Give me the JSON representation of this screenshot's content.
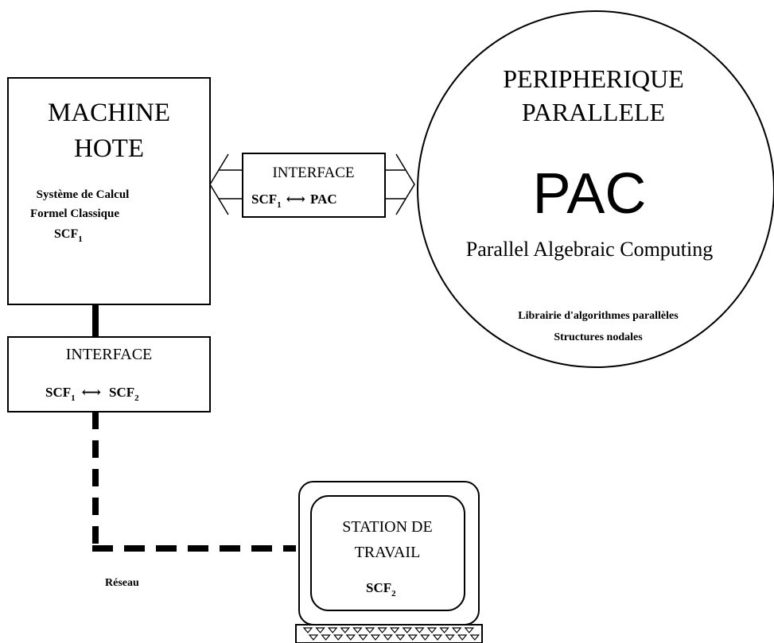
{
  "host": {
    "title_line1": "MACHINE",
    "title_line2": "HOTE",
    "desc_line1": "Système de Calcul",
    "desc_line2": "Formel Classique",
    "scf_label": "SCF",
    "scf_index": "1"
  },
  "pac_interface": {
    "title": "INTERFACE",
    "left_label": "SCF",
    "left_index": "1",
    "arrow": "⟷",
    "right_label": "PAC"
  },
  "peripheral": {
    "title_line1": "PERIPHERIQUE",
    "title_line2": "PARALLELE",
    "acronym": "PAC",
    "expansion": "Parallel Algebraic Computing",
    "library": "Librairie d'algorithmes parallèles",
    "structures": "Structures nodales"
  },
  "scf_interface": {
    "title": "INTERFACE",
    "left_label": "SCF",
    "left_index": "1",
    "arrow": "⟷",
    "right_label": "SCF",
    "right_index": "2"
  },
  "workstation": {
    "title_line1": "STATION DE",
    "title_line2": "TRAVAIL",
    "scf_label": "SCF",
    "scf_index": "2"
  },
  "network": {
    "label": "Réseau"
  }
}
